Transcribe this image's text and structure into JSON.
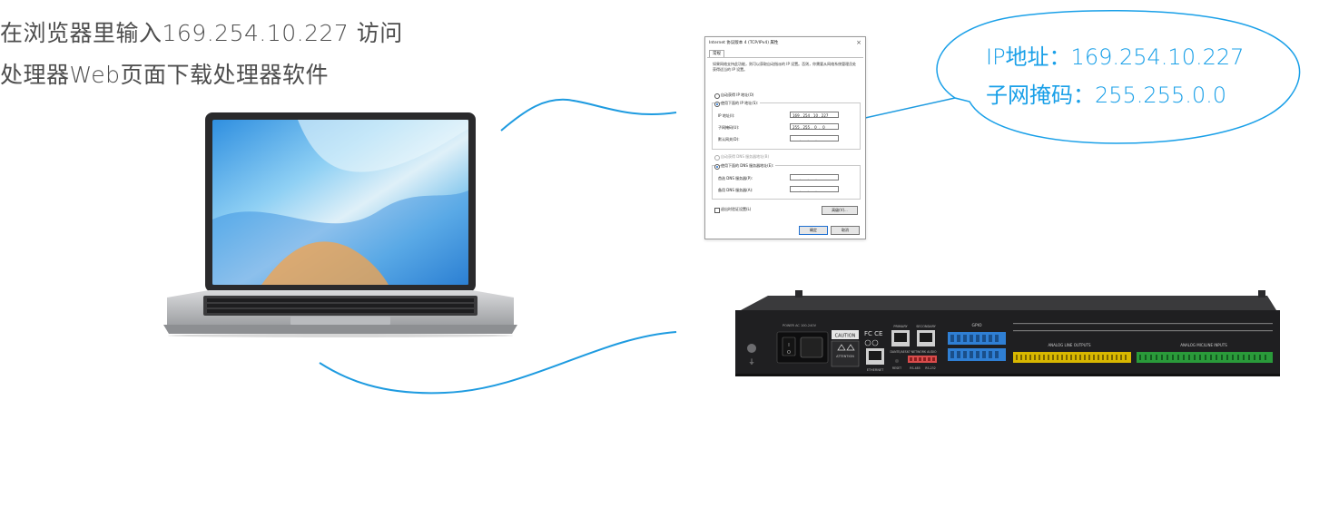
{
  "instructions": {
    "line1": "在浏览器里输入169.254.10.227 访问",
    "line2": "处理器Web页面下载处理器软件"
  },
  "dialog": {
    "title": "Internet 协议版本 4 (TCP/IPv4) 属性",
    "close_glyph": "×",
    "tab": "常规",
    "description": "如果网络支持此功能，则可以获取自动指派的 IP 设置。否则，你需要从网络系统管理员处获得适当的 IP 设置。",
    "auto_ip": "自动获得 IP 地址(O)",
    "manual_ip": "使用下面的 IP 地址(S):",
    "ip_label": "IP 地址(I):",
    "ip_value": "169 . 254 . 10 . 227",
    "mask_label": "子网掩码(U):",
    "mask_value": "255 . 255 .  0  .  0",
    "gateway_label": "默认网关(D):",
    "gateway_value": "      .      .      .",
    "auto_dns": "自动获得 DNS 服务器地址(B)",
    "manual_dns": "使用下面的 DNS 服务器地址(E):",
    "dns1_label": "首选 DNS 服务器(P):",
    "dns1_value": "      .      .      .",
    "dns2_label": "备用 DNS 服务器(A):",
    "dns2_value": "      .      .      .",
    "validate_label": "退出时验证设置(L)",
    "advanced_button": "高级(V)...",
    "ok_button": "确定",
    "cancel_button": "取消"
  },
  "bubble": {
    "ip_line": "IP地址：169.254.10.227",
    "mask_line": "子网掩码：255.255.0.0"
  },
  "device": {
    "power_label": "POWER AC 100-240V",
    "caution": "CAUTION",
    "attention": "ATTENTION",
    "primary": "PRIMARY",
    "secondary": "SECONDARY",
    "ethernet": "ETHERNET",
    "dante": "DANTE/AES67 NETWORK AUDIO",
    "reset": "RESET",
    "gpio": "GPIO",
    "rs485": "RS-485",
    "rs232": "RS-232",
    "outputs": "ANALOG LINE OUTPUTS",
    "inputs": "ANALOG MIC/LINE INPUTS"
  },
  "colors": {
    "bubble_stroke": "#1aa0e8",
    "connector_blue": "#1e9be0",
    "terminal_blue": "#2f7fd4",
    "terminal_yellow": "#d8b700",
    "terminal_green": "#2a9a3a",
    "terminal_red": "#d94c4c",
    "chassis": "#1f1f21"
  }
}
